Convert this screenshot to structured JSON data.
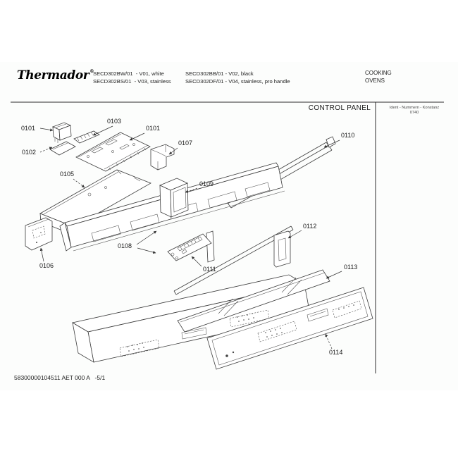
{
  "header": {
    "brand": "Thermador",
    "trademark": "®",
    "models": [
      "SECD302BW/01  - V01, white",
      "SECD302BB/01 - V02, black",
      "SECD302BS/01  - V03, stainless",
      "SECD302DF/01 - V04, stainless, pro handle"
    ],
    "category": {
      "line1": "COOKING",
      "line2": "OVENS"
    }
  },
  "drawing": {
    "section_title": "CONTROL PANEL",
    "ident_note": {
      "line1": "Ident - Nummern - Konstanz",
      "line2": "0740"
    },
    "part_labels": [
      {
        "text": "0101"
      },
      {
        "text": "0103"
      },
      {
        "text": "0101"
      },
      {
        "text": "0102"
      },
      {
        "text": "0107"
      },
      {
        "text": "0110"
      },
      {
        "text": "0105"
      },
      {
        "text": "0109"
      },
      {
        "text": "0112"
      },
      {
        "text": "0106"
      },
      {
        "text": "0108"
      },
      {
        "text": "0111"
      },
      {
        "text": "0113"
      },
      {
        "text": "0114"
      }
    ]
  },
  "footer": {
    "document_code": "58300000104511 AET 000 A   -5/1"
  }
}
